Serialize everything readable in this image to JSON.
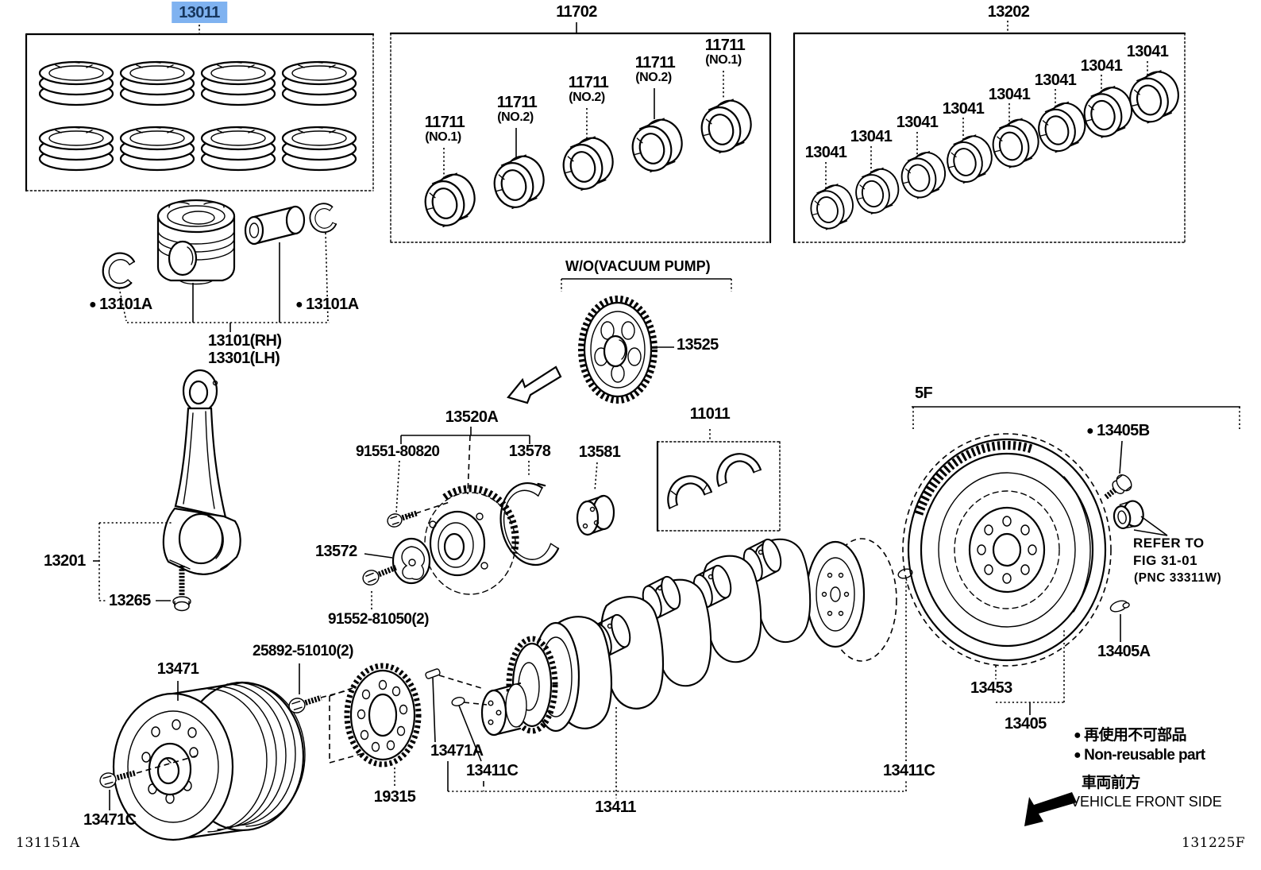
{
  "ui": {
    "bullet": "●"
  },
  "page": {
    "doc_code_left": "131151A",
    "doc_code_right": "131225F",
    "background": "#ffffff",
    "line_color": "#000000"
  },
  "highlight": {
    "bg": "#7FB2F0",
    "text_color": "#17365D",
    "highlighted_part": "13011"
  },
  "boxes": {
    "piston_ring_set": "13011",
    "main_bearing_set_upper": "11702",
    "main_bearing_set_lower": "13202",
    "thrust_washer_set": "11011"
  },
  "bearings": {
    "upper_label": "11711",
    "upper_no1": "(NO.1)",
    "upper_no2": "(NO.2)",
    "lower_label": "13041"
  },
  "callouts": {
    "piston_pin_snap_ring": "13101A",
    "piston_rh": "13101(RH)",
    "piston_lh": "13301(LH)",
    "connecting_rod": "13201",
    "connecting_rod_bolt": "13265",
    "without_vacuum_pump_note": "W/O(VACUUM PUMP)",
    "crank_gear_wo_pump": "13525",
    "crank_timing_gear": "13520A",
    "timing_gear_bolt": "91551-80820",
    "timing_gear_snap_ring": "13578",
    "oil_slinger": "13581",
    "crank_rotor": "13572",
    "rotor_bolt": "91552-81050(2)",
    "transmission_5f": "5F",
    "flywheel_bolt": "13405B",
    "refer_line1": "REFER TO",
    "refer_line2": "FIG 31-01",
    "refer_line3": "(PNC 33311W)",
    "flywheel_pin": "13405A",
    "ring_gear": "13453",
    "flywheel": "13405",
    "crankshaft_pulley": "13471",
    "pulley_bolt": "13471C",
    "sensor_plate_bolt": "25892-51010(2)",
    "crank_angle_plate": "19315",
    "crankshaft_key": "13471A",
    "straight_pin": "13411C",
    "crankshaft": "13411"
  },
  "legend": {
    "non_reusable_jp": "再使用不可部品",
    "non_reusable_en": "Non-reusable part",
    "vehicle_front_jp": "車両前方",
    "vehicle_front_en": "VEHICLE FRONT SIDE"
  }
}
